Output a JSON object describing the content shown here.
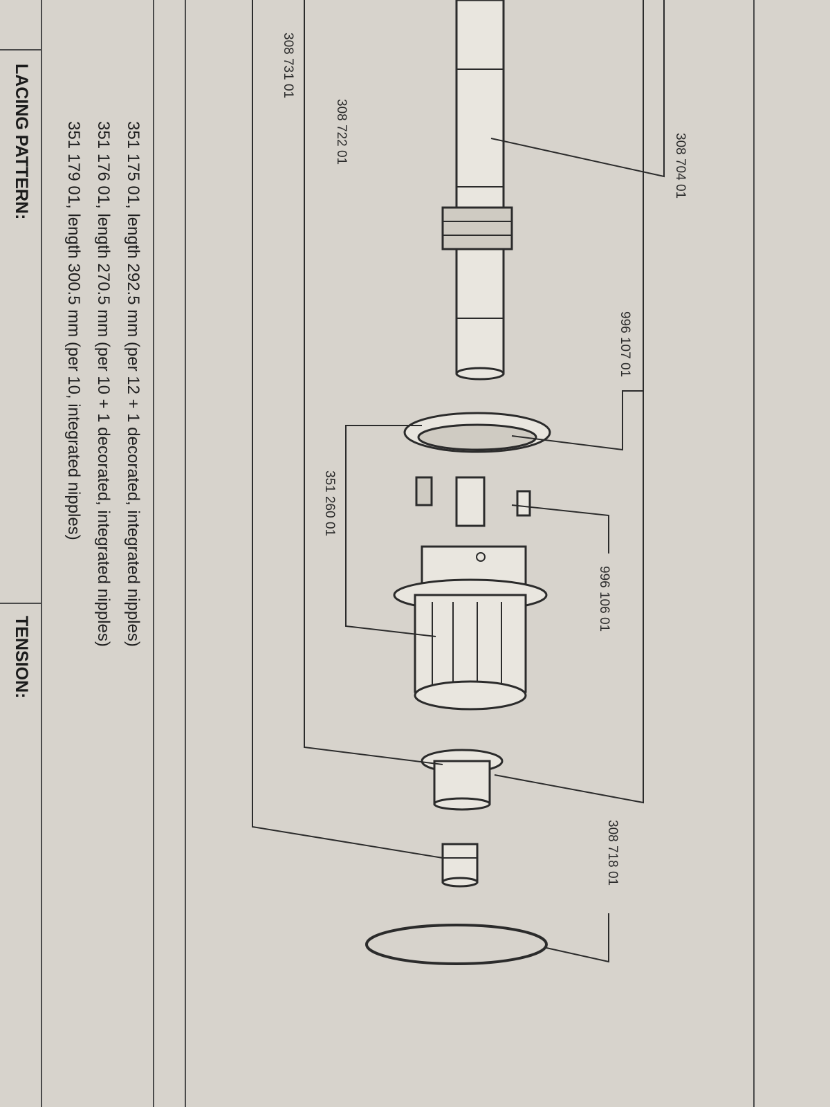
{
  "diagram": {
    "part_labels": {
      "p1": "308 704 01",
      "p2": "996 107 01",
      "p3": "996 106 01",
      "p4": "351 260 01",
      "p5": "308 722 01",
      "p6": "308 731 01",
      "p7": "308 718 01"
    },
    "spoke_lines": [
      "351 175 01, length 292.5 mm (per 12 + 1 decorated, integrated nipples)",
      "351 176 01, length 270.5 mm (per 10 + 1 decorated, integrated nipples)",
      "351 179 01, length 300.5 mm (per 10, integrated nipples)"
    ],
    "headers": {
      "lacing": "LACING PATTERN:",
      "tension": "TENSION:"
    }
  }
}
